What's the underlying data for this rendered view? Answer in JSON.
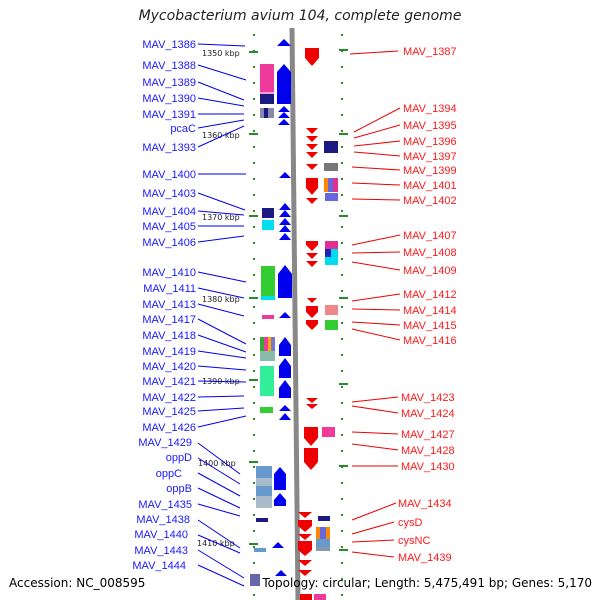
{
  "title": "Mycobacterium avium 104, complete genome",
  "footer": {
    "accession": "Accession: NC_008595",
    "summary": "Topology: circular; Length: 5,475,491 bp; Genes: 5,170"
  },
  "scale_labels": [
    "1350 kbp",
    "1360 kbp",
    "1370 kbp",
    "1380 kbp",
    "1390 kbp",
    "1400 kbp",
    "1410 kbp"
  ],
  "left_genes": [
    "MAV_1386",
    "MAV_1388",
    "MAV_1389",
    "MAV_1390",
    "MAV_1391",
    "pcaC",
    "MAV_1393",
    "MAV_1400",
    "MAV_1403",
    "MAV_1404",
    "MAV_1405",
    "MAV_1406",
    "MAV_1410",
    "MAV_1411",
    "MAV_1413",
    "MAV_1417",
    "MAV_1418",
    "MAV_1419",
    "MAV_1420",
    "MAV_1421",
    "MAV_1422",
    "MAV_1425",
    "MAV_1426",
    "MAV_1429",
    "oppD",
    "oppC",
    "oppB",
    "MAV_1435",
    "MAV_1438",
    "MAV_1440",
    "MAV_1443",
    "MAV_1444"
  ],
  "right_genes": [
    "MAV_1387",
    "MAV_1394",
    "MAV_1395",
    "MAV_1396",
    "MAV_1397",
    "MAV_1399",
    "MAV_1401",
    "MAV_1402",
    "MAV_1407",
    "MAV_1408",
    "MAV_1409",
    "MAV_1412",
    "MAV_1414",
    "MAV_1415",
    "MAV_1416",
    "MAV_1423",
    "MAV_1424",
    "MAV_1427",
    "MAV_1428",
    "MAV_1430",
    "MAV_1434",
    "cysD",
    "cysNC",
    "MAV_1439"
  ],
  "colors": {
    "left_label": "#1a1aff",
    "right_label": "#ff1a1a",
    "forward_arrow": "#0000ee",
    "reverse_arrow": "#ee0000",
    "backbone": "#888888",
    "tick": "#2a8a2a"
  }
}
